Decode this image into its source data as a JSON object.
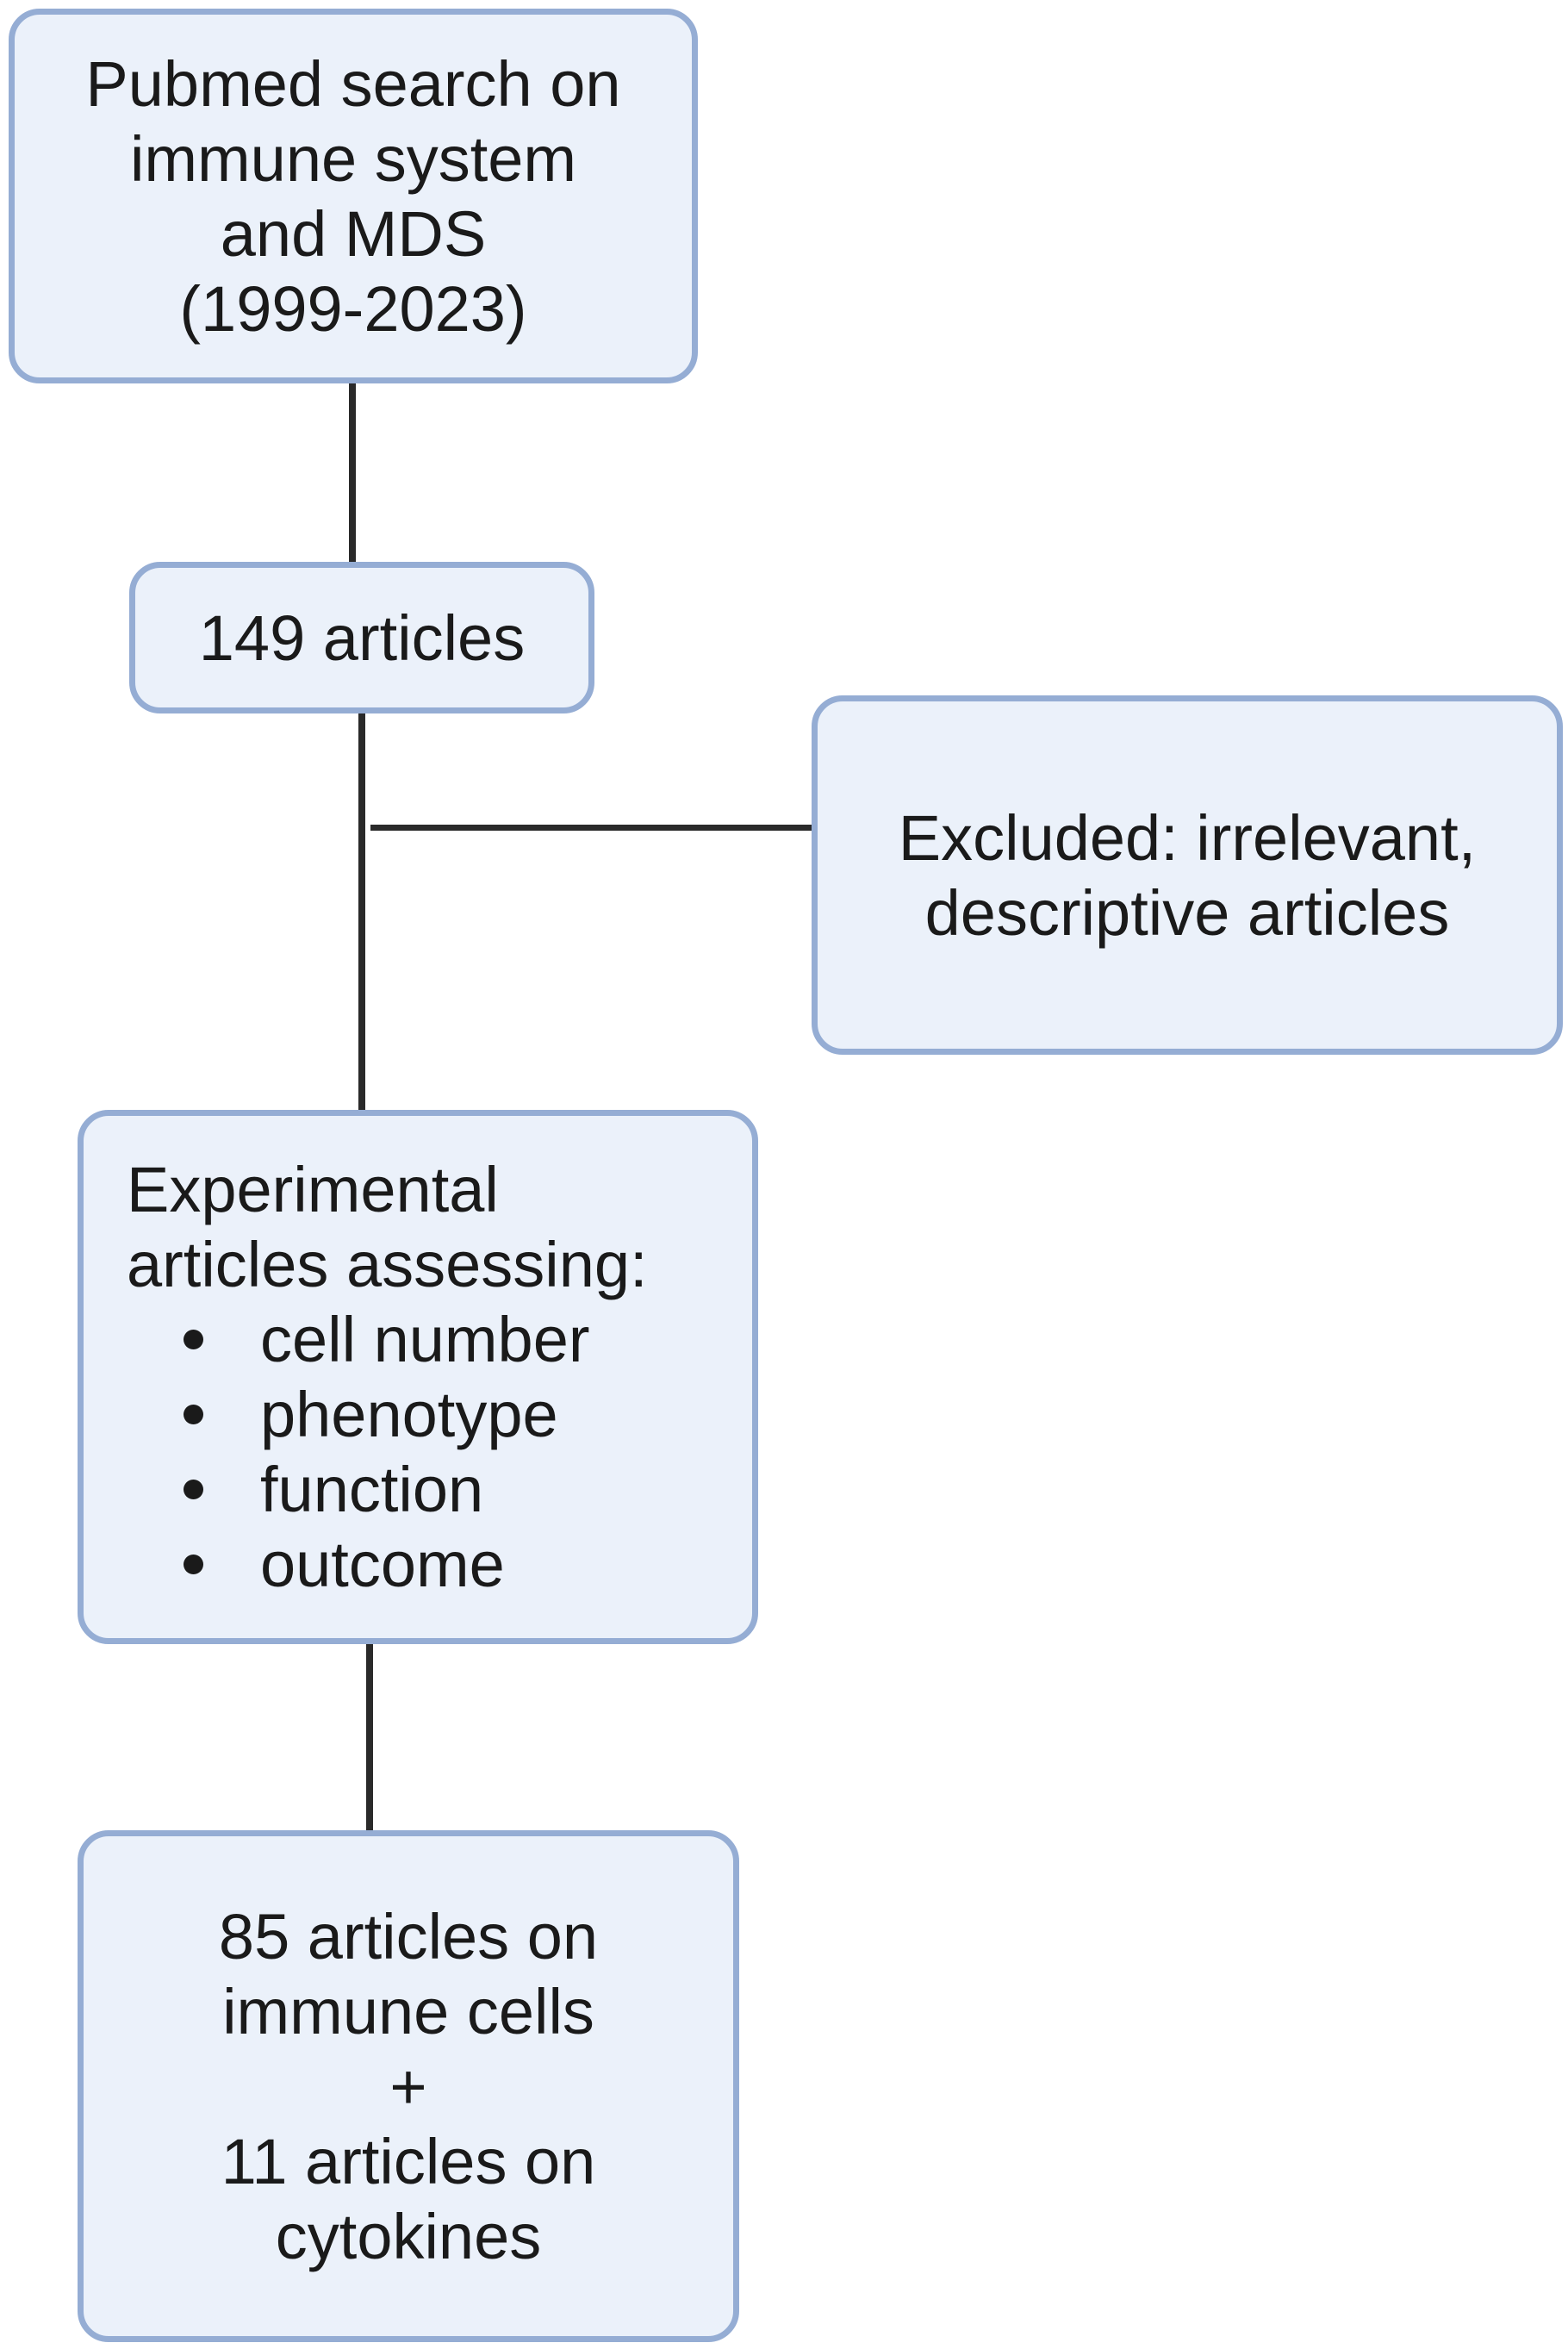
{
  "diagram": {
    "search_box": {
      "lines": [
        "Pubmed search on",
        "immune system",
        "and MDS",
        "(1999-2023)"
      ]
    },
    "count_box": {
      "label": "149 articles"
    },
    "excluded_box": {
      "lines": [
        "Excluded: irrelevant,",
        "descriptive articles"
      ]
    },
    "criteria_box": {
      "heading_lines": [
        "Experimental",
        "articles assessing:"
      ],
      "items": [
        "cell number",
        "phenotype",
        "function",
        "outcome"
      ]
    },
    "final_box": {
      "lines": [
        "85 articles on",
        "immune cells",
        "+",
        "11 articles on",
        "cytokines"
      ]
    },
    "colors": {
      "box_fill": "#ebf1fa",
      "box_border": "#95add4",
      "connector": "#2a2a2a",
      "text": "#1a1a1a"
    }
  }
}
